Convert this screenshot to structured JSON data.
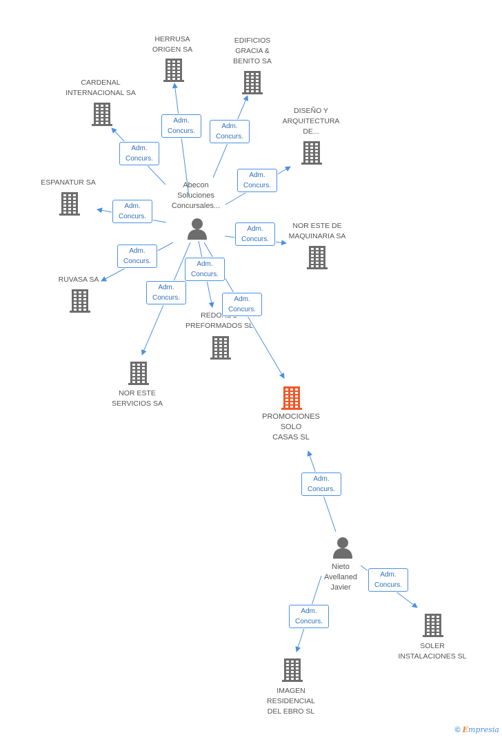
{
  "nodes": {
    "herrusa": {
      "label": "HERRUSA\nORIGEN SA",
      "kind": "company"
    },
    "edificios": {
      "label": "EDIFICIOS\nGRACIA &\nBENITO SA",
      "kind": "company"
    },
    "cardenal": {
      "label": "CARDENAL\nINTERNACIONAL SA",
      "kind": "company"
    },
    "diseno": {
      "label": "DISEÑO Y\nARQUITECTURA\nDE...",
      "kind": "company"
    },
    "espanatur": {
      "label": "ESPANATUR SA",
      "kind": "company"
    },
    "abecon": {
      "label": "Abecon\nSoluciones\nConcursales...",
      "kind": "person"
    },
    "noreste_maq": {
      "label": "NOR ESTE DE\nMAQUINARIA SA",
      "kind": "company"
    },
    "ruvasa": {
      "label": "RUVASA SA",
      "kind": "company"
    },
    "redondo": {
      "label": "REDONDO\nPREFORMADOS SL",
      "kind": "company"
    },
    "noreste_serv": {
      "label": "NOR ESTE\nSERVICIOS SA",
      "kind": "company"
    },
    "promociones": {
      "label": "PROMOCIONES\nSOLO\nCASAS SL",
      "kind": "company-main"
    },
    "nieto": {
      "label": "Nieto\nAvellaned\nJavier",
      "kind": "person"
    },
    "soler": {
      "label": "SOLER\nINSTALACIONES SL",
      "kind": "company"
    },
    "imagen": {
      "label": "IMAGEN\nRESIDENCIAL\nDEL EBRO SL",
      "kind": "company"
    }
  },
  "edges": [
    {
      "from": "abecon",
      "to": "herrusa",
      "label": "Adm.\nConcurs."
    },
    {
      "from": "abecon",
      "to": "edificios",
      "label": "Adm.\nConcurs."
    },
    {
      "from": "abecon",
      "to": "cardenal",
      "label": "Adm.\nConcurs."
    },
    {
      "from": "abecon",
      "to": "diseno",
      "label": "Adm.\nConcurs."
    },
    {
      "from": "abecon",
      "to": "espanatur",
      "label": "Adm.\nConcurs."
    },
    {
      "from": "abecon",
      "to": "noreste_maq",
      "label": "Adm.\nConcurs."
    },
    {
      "from": "abecon",
      "to": "ruvasa",
      "label": "Adm.\nConcurs."
    },
    {
      "from": "abecon",
      "to": "redondo",
      "label": "Adm.\nConcurs."
    },
    {
      "from": "abecon",
      "to": "noreste_serv",
      "label": "Adm.\nConcurs."
    },
    {
      "from": "abecon",
      "to": "promociones",
      "label": "Adm.\nConcurs."
    },
    {
      "from": "nieto",
      "to": "promociones",
      "label": "Adm.\nConcurs."
    },
    {
      "from": "nieto",
      "to": "soler",
      "label": "Adm.\nConcurs."
    },
    {
      "from": "nieto",
      "to": "imagen",
      "label": "Adm.\nConcurs."
    }
  ],
  "colors": {
    "edge": "#4a90e2",
    "icon": "#6d6d6d",
    "highlight": "#f0582a",
    "label_text": "#2f6fb6"
  },
  "footer": {
    "copyright": "©",
    "brand_first": "E",
    "brand_rest": "mpresia"
  }
}
